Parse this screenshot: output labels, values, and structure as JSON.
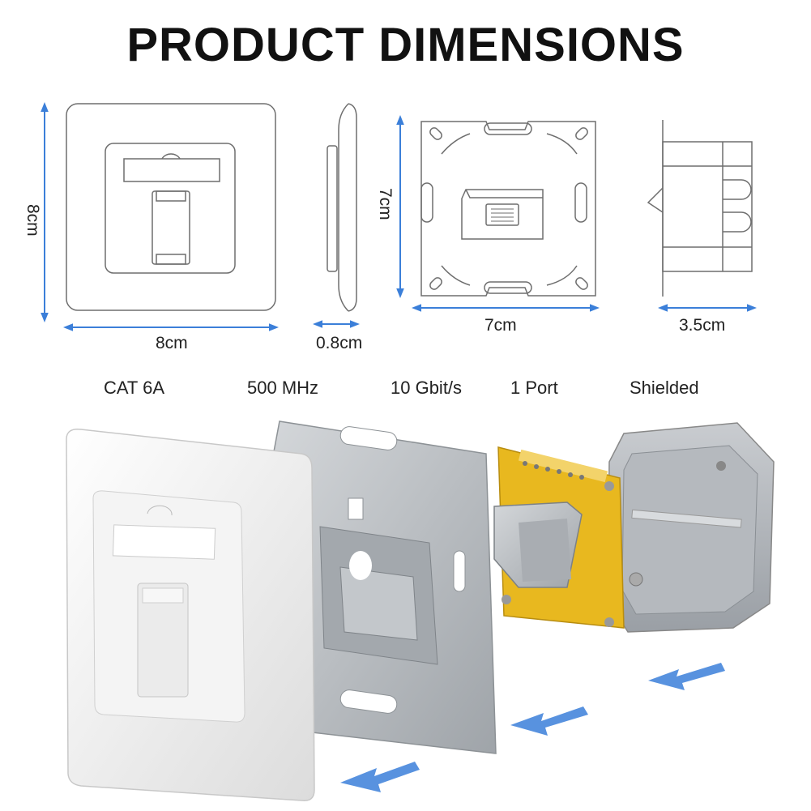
{
  "title": "PRODUCT DIMENSIONS",
  "dimensions": {
    "faceplate_height": "8cm",
    "faceplate_width": "8cm",
    "faceplate_depth": "0.8cm",
    "frame_height": "7cm",
    "frame_width": "7cm",
    "module_depth": "3.5cm"
  },
  "specs": [
    "CAT 6A",
    "500 MHz",
    "10 Gbit/s",
    "1 Port",
    "Shielded"
  ],
  "colors": {
    "arrow_blue": "#3b7fd9",
    "outline": "#6e6e6e",
    "pcb_yellow": "#e8b81f",
    "metal": "#b8bcc0"
  },
  "icons": [
    "arrow-left-icon",
    "arrow-left-icon",
    "arrow-left-icon"
  ]
}
